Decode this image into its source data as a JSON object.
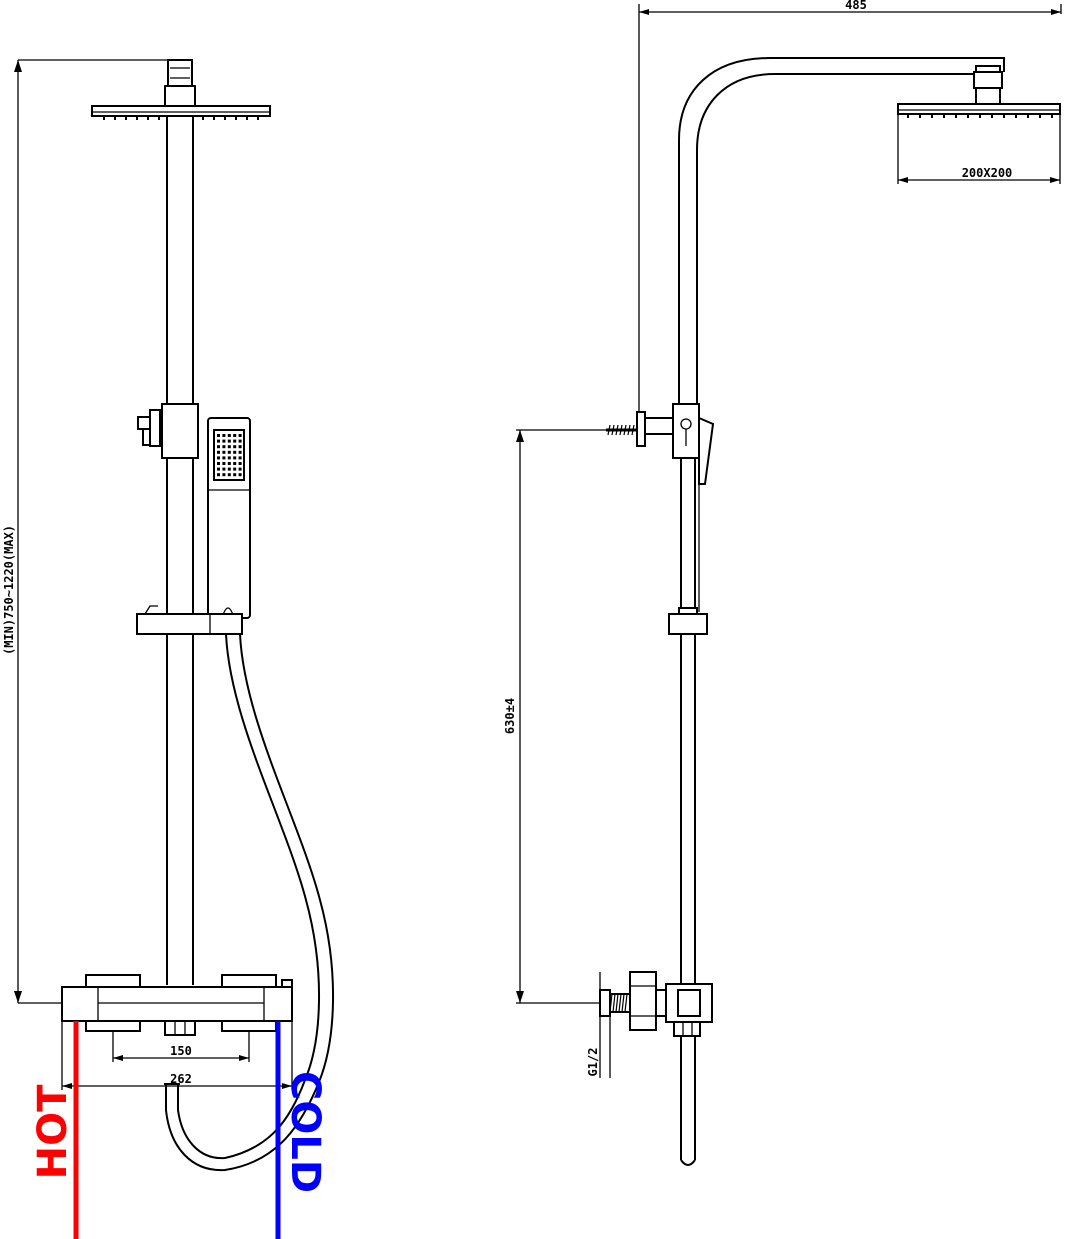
{
  "dimensions": {
    "height_range": "(MIN)750~1220(MAX)",
    "valve_spacing": "150",
    "valve_width": "262",
    "arm_length": "485",
    "head_size": "200X200",
    "connector_height": "630±4",
    "thread": "G1/2"
  },
  "labels": {
    "hot": "HOT",
    "cold": "COLD"
  },
  "colors": {
    "hot": "#ff0000",
    "cold": "#0000ff",
    "line": "#000000"
  }
}
